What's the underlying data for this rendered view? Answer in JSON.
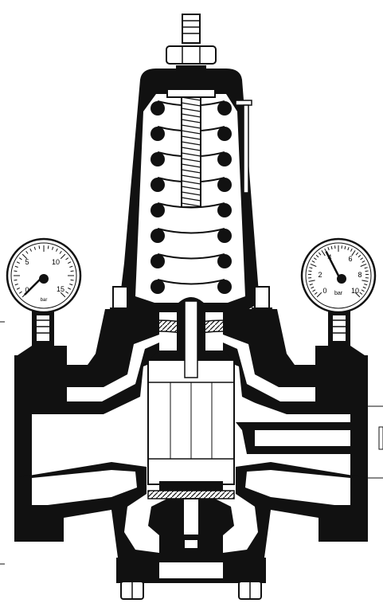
{
  "figure": {
    "subject": "pressure reducing valve sectional drawing",
    "colors": {
      "fill": "#111111",
      "outline": "#111111",
      "background": "#ffffff",
      "interior": "#ffffff"
    }
  },
  "gauge_left": {
    "ticks": [
      "0",
      "5",
      "10",
      "15"
    ],
    "unit": "bar",
    "needle_value": 0
  },
  "gauge_right": {
    "ticks": [
      "0",
      "2",
      "4",
      "6",
      "8",
      "10"
    ],
    "unit": "bar",
    "needle_value": 4
  }
}
